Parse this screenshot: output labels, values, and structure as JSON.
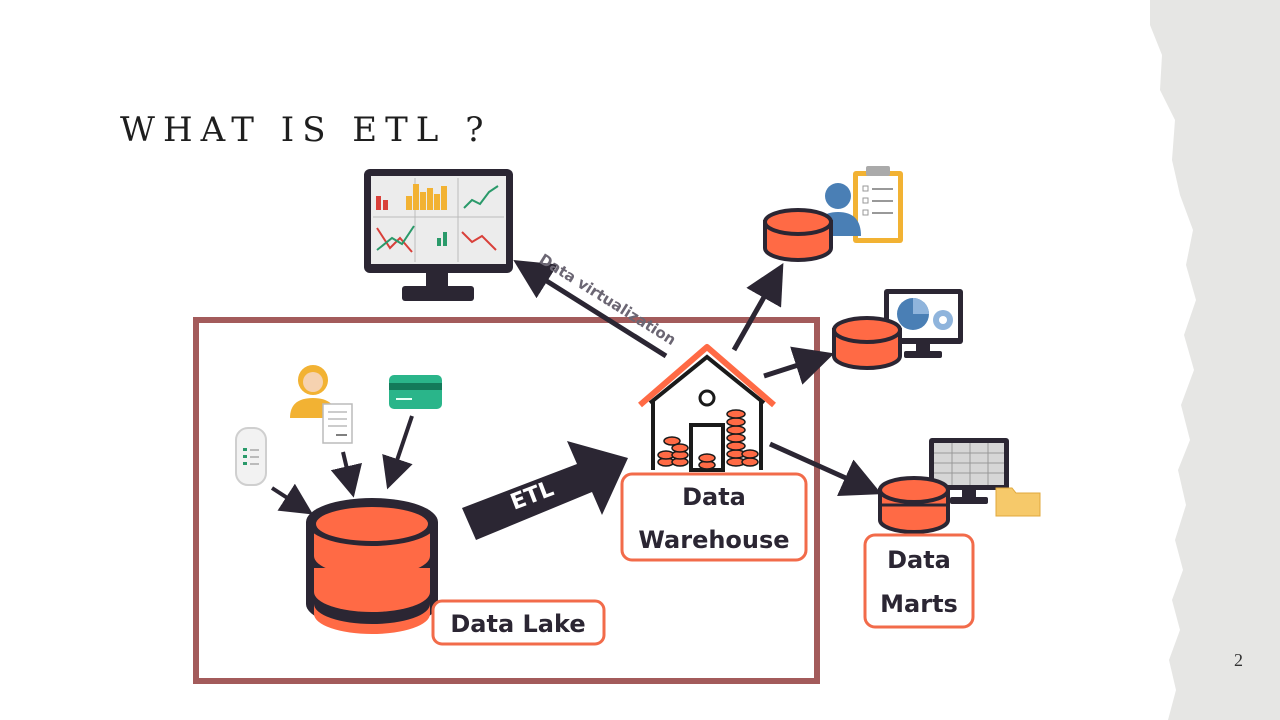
{
  "slide": {
    "title": "WHAT IS ETL ?",
    "page_number": "2"
  },
  "diagram": {
    "etl_arrow_label": "ETL",
    "virtualization_label": "Data virtualization",
    "data_lake_label": "Data Lake",
    "warehouse_label_line1": "Data",
    "warehouse_label_line2": "Warehouse",
    "marts_label_line1": "Data",
    "marts_label_line2": "Marts"
  },
  "colors": {
    "database_orange": "#ff6a45",
    "dark": "#2b2633",
    "highlight_box": "#a35b5b",
    "label_border": "#f26b4a",
    "paper_gray": "#e6e6e4"
  },
  "icons": [
    "dashboard-monitor-icon",
    "analyst-clipboard-icon",
    "pie-chart-monitor-icon",
    "spreadsheet-monitor-icon",
    "folder-icon",
    "phone-icon",
    "customer-document-icon",
    "credit-card-icon",
    "data-lake-database-icon",
    "warehouse-house-icon"
  ]
}
